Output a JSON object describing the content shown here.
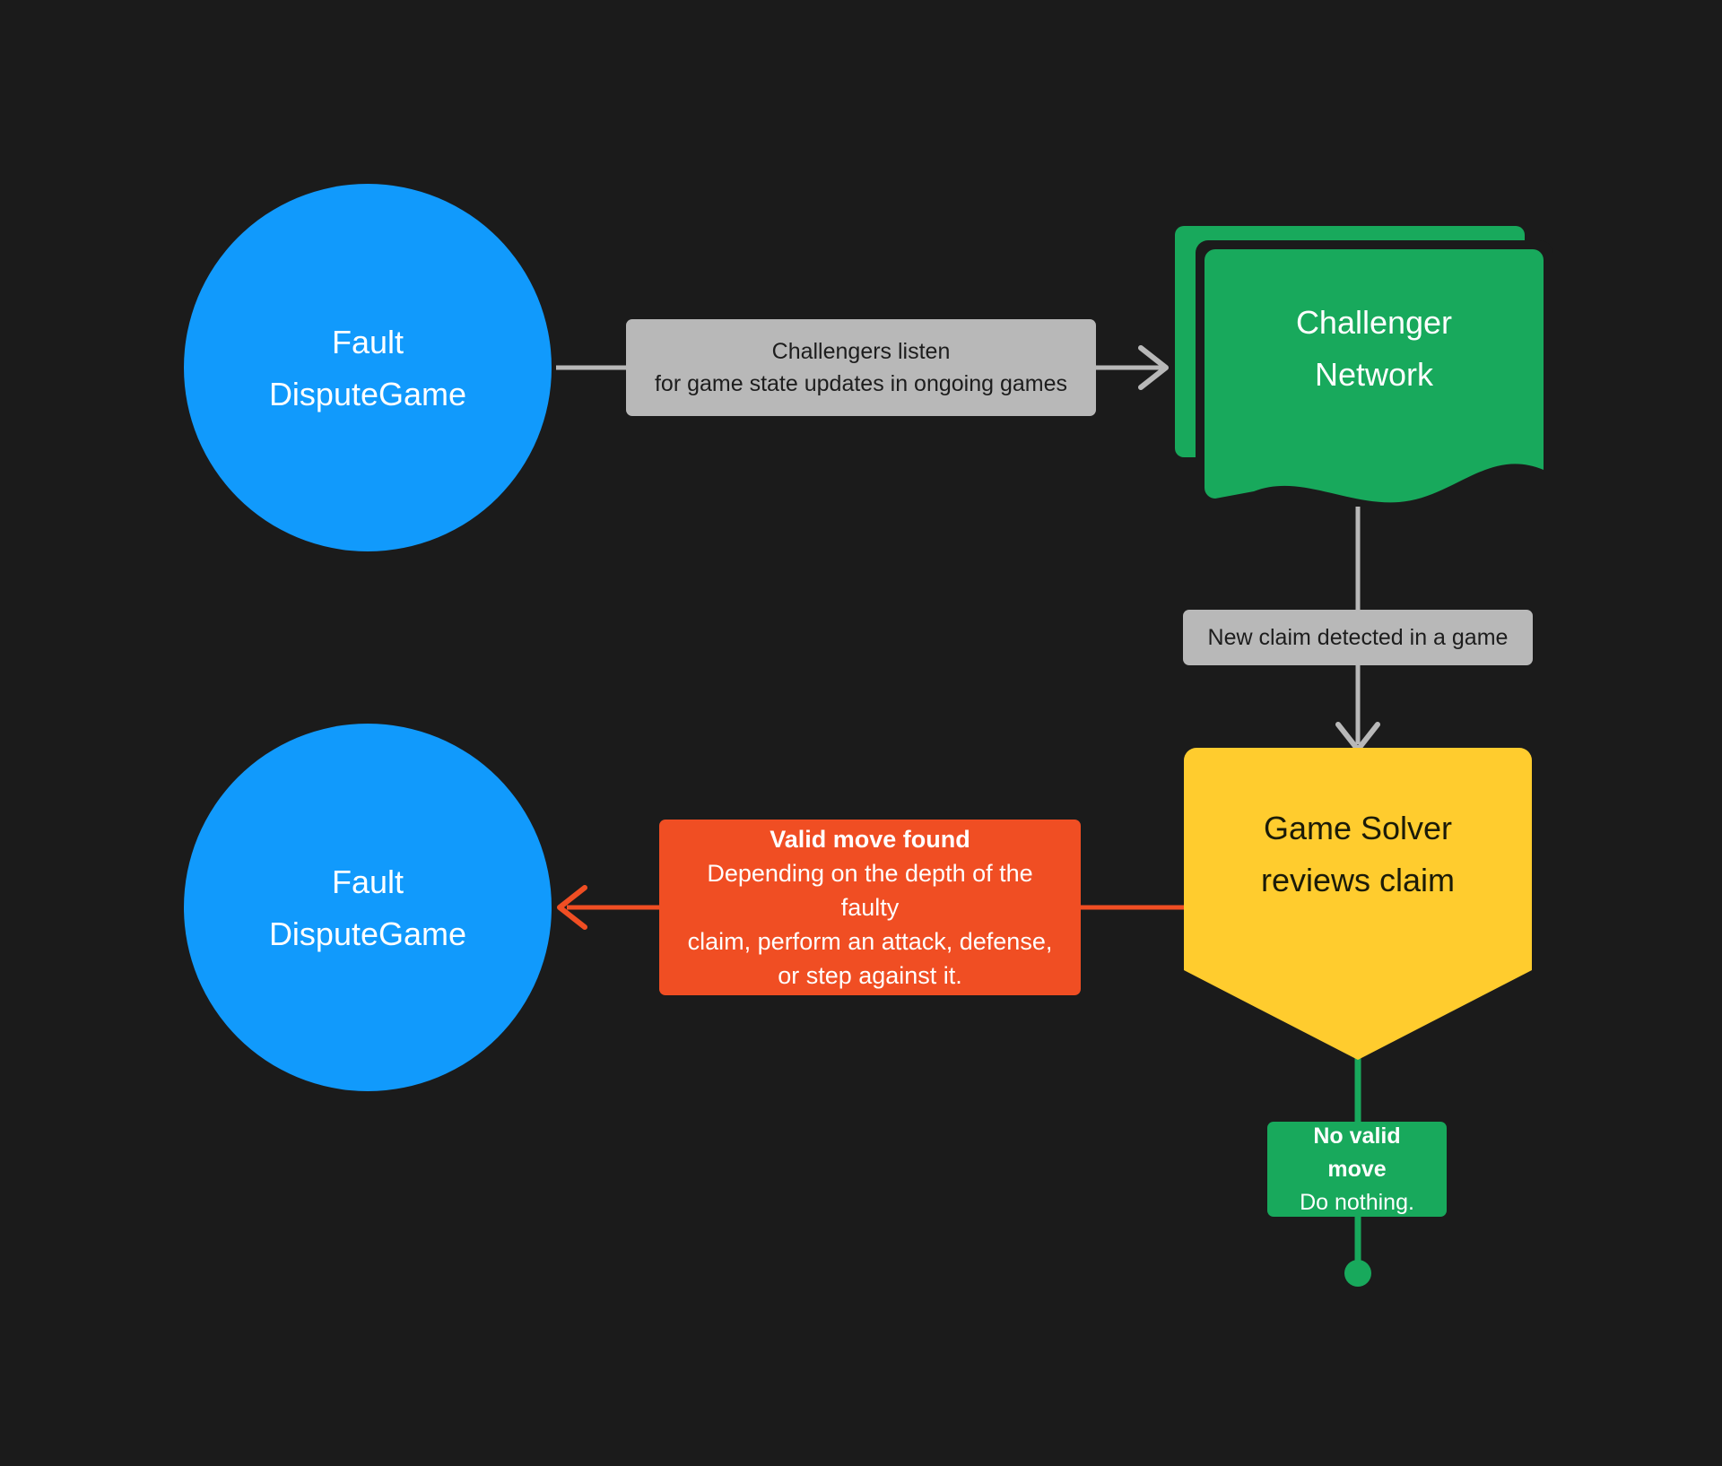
{
  "diagram": {
    "title": "Fault Dispute Game challenger flow",
    "background_color": "#1b1b1b",
    "nodes": [
      {
        "id": "fault-dispute-game-top",
        "shape": "circle",
        "color": "#119afc",
        "lines": [
          "Fault",
          "DisputeGame"
        ]
      },
      {
        "id": "challenger-network",
        "shape": "multiple-documents",
        "color": "#18a95c",
        "lines": [
          "Challenger",
          "Network"
        ]
      },
      {
        "id": "game-solver",
        "shape": "pentagon-down",
        "color": "#ffcc2e",
        "lines": [
          "Game Solver",
          "reviews claim"
        ]
      },
      {
        "id": "fault-dispute-game-bottom",
        "shape": "circle",
        "color": "#119afc",
        "lines": [
          "Fault",
          "DisputeGame"
        ]
      },
      {
        "id": "terminator-dot",
        "shape": "dot",
        "color": "#18a95c",
        "lines": []
      }
    ],
    "edges": [
      {
        "id": "edge-listen",
        "from": "fault-dispute-game-top",
        "to": "challenger-network",
        "color": "#b8b8b8",
        "label_style": "gray",
        "lines": [
          {
            "text": "Challengers listen",
            "bold": false
          },
          {
            "text": "for game state updates in ongoing games",
            "bold": false
          }
        ]
      },
      {
        "id": "edge-new-claim",
        "from": "challenger-network",
        "to": "game-solver",
        "color": "#b8b8b8",
        "label_style": "gray",
        "lines": [
          {
            "text": "New claim detected in a game",
            "bold": false
          }
        ]
      },
      {
        "id": "edge-valid-move",
        "from": "game-solver",
        "to": "fault-dispute-game-bottom",
        "color": "#f04e23",
        "label_style": "red",
        "lines": [
          {
            "text": "Valid move found",
            "bold": true
          },
          {
            "text": "Depending on the depth of the faulty",
            "bold": false
          },
          {
            "text": "claim, perform an attack, defense,",
            "bold": false
          },
          {
            "text": "or step against it.",
            "bold": false
          }
        ]
      },
      {
        "id": "edge-no-valid-move",
        "from": "game-solver",
        "to": "terminator-dot",
        "color": "#18a95c",
        "label_style": "green",
        "lines": [
          {
            "text": "No valid move",
            "bold": true
          },
          {
            "text": "Do nothing.",
            "bold": false
          }
        ]
      }
    ]
  }
}
